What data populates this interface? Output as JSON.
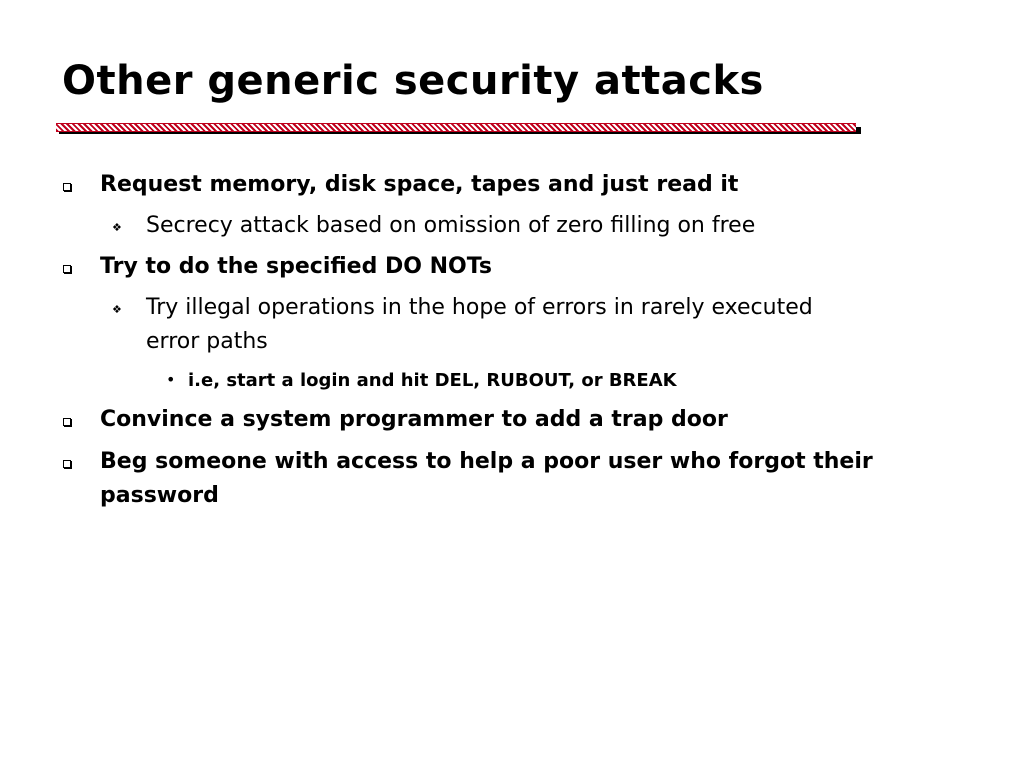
{
  "slide": {
    "title": "Other generic security attacks",
    "bullets": [
      {
        "level": 1,
        "text": "Request memory, disk space, tapes and just read it"
      },
      {
        "level": 2,
        "text": "Secrecy attack based on omission of zero filling on free"
      },
      {
        "level": 1,
        "text": "Try to do the specified DO NOTs"
      },
      {
        "level": 2,
        "line1": "Try illegal operations in the hope of errors in rarely executed",
        "line2": "error paths"
      },
      {
        "level": 3,
        "text": "i.e, start a login and hit DEL, RUBOUT, or BREAK"
      },
      {
        "level": 1,
        "text": "Convince a system programmer to add a trap door"
      },
      {
        "level": 1,
        "line1": "Beg someone with access to help a poor user who forgot their",
        "line2": "password"
      }
    ],
    "colors": {
      "rule": "#c0001c",
      "text": "#000000",
      "background": "#ffffff"
    },
    "icons": {
      "level1": "hollow-square-bullet-icon",
      "level2": "diamond-bullet-icon",
      "level3": "dot-bullet-icon"
    }
  }
}
